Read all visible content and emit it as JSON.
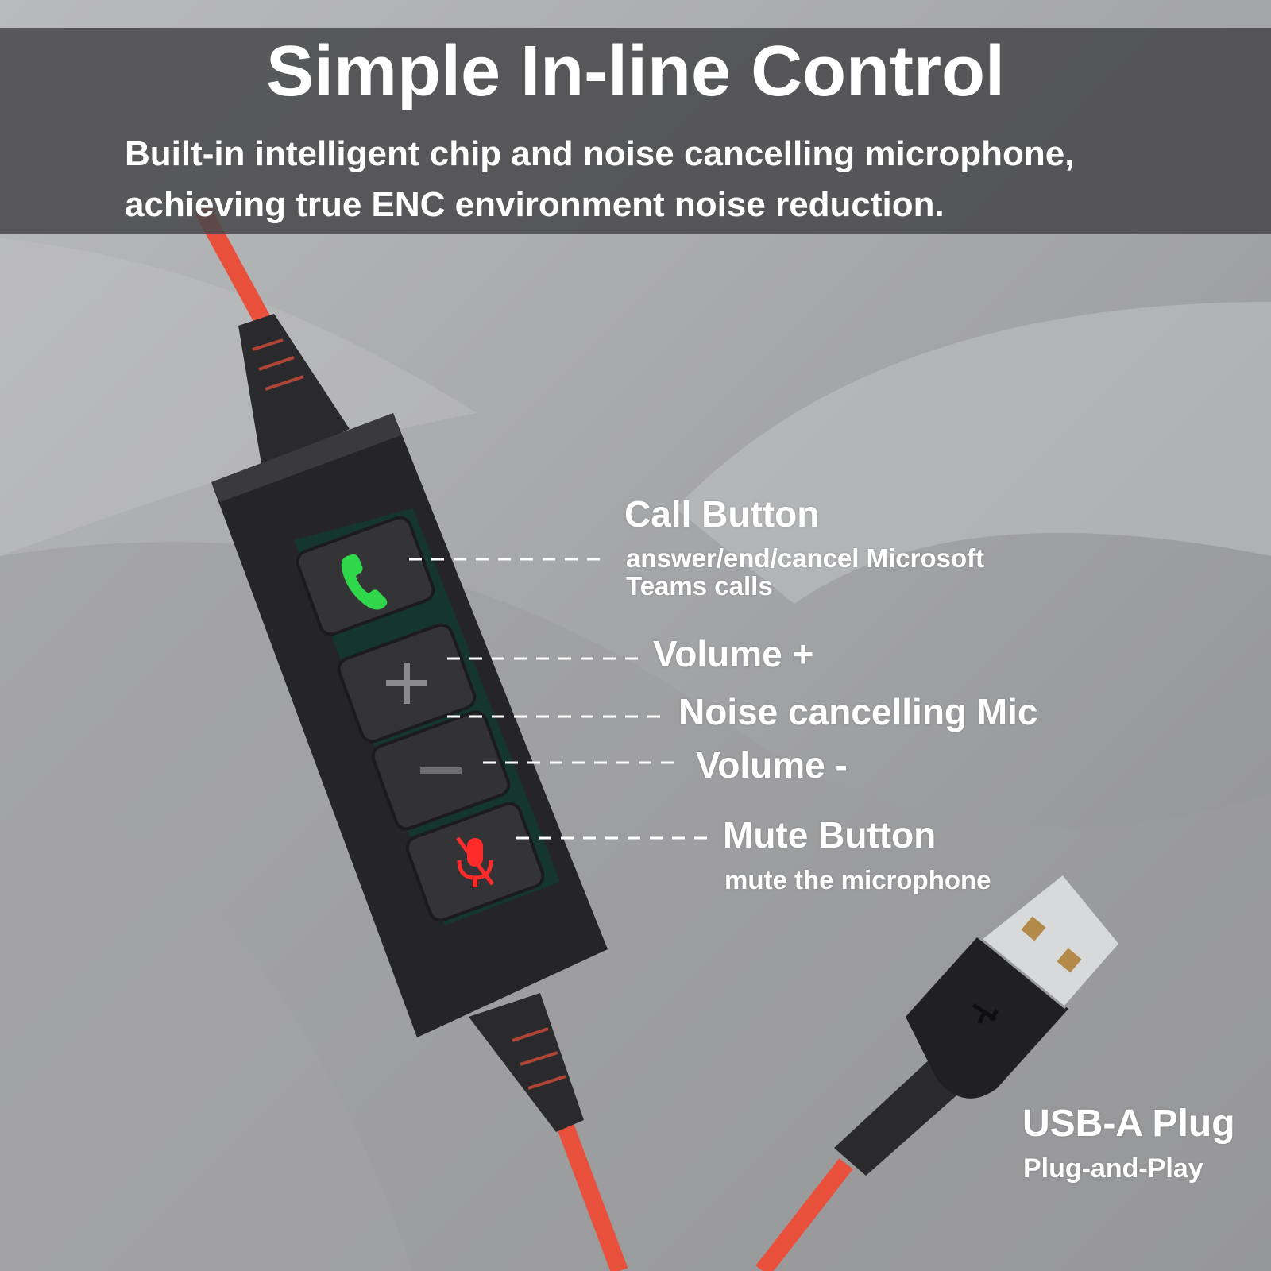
{
  "banner": {
    "title": "Simple In-line Control",
    "subtitle_line1": "Built-in intelligent chip and noise cancelling microphone,",
    "subtitle_line2": "achieving true ENC environment noise reduction."
  },
  "callouts": {
    "call": {
      "label": "Call Button",
      "desc_line1": "answer/end/cancel Microsoft",
      "desc_line2": "Teams calls"
    },
    "volume_up": {
      "label": "Volume +"
    },
    "mic": {
      "label": "Noise cancelling Mic"
    },
    "volume_down": {
      "label": "Volume -"
    },
    "mute": {
      "label": "Mute Button",
      "desc": "mute the microphone"
    },
    "usb": {
      "label": "USB-A Plug",
      "desc": "Plug-and-Play"
    }
  },
  "colors": {
    "cable": "#e8503c",
    "call_icon": "#2fd84a",
    "mute_icon": "#ff2a2a",
    "banner": "#48484a",
    "text": "#ffffff"
  },
  "icons": [
    "phone-icon",
    "plus-icon",
    "minus-icon",
    "mic-muted-icon",
    "usb-icon"
  ]
}
